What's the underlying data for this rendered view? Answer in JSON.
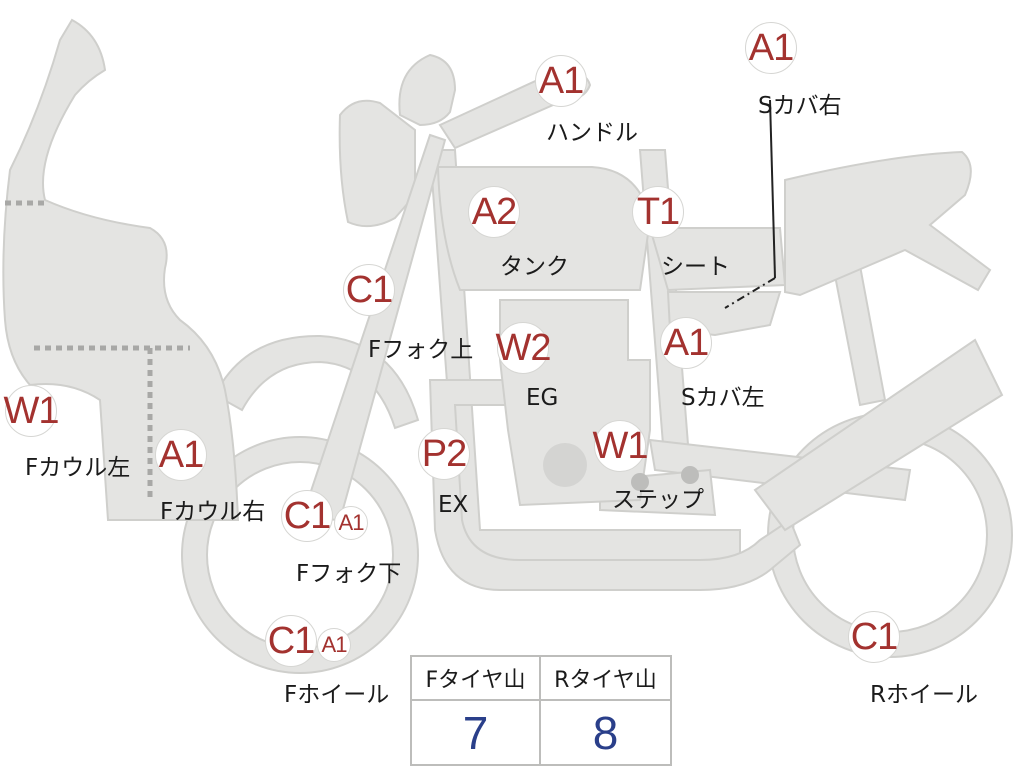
{
  "parts": [
    {
      "id": "handle",
      "code": "A1",
      "label": "ハンドル"
    },
    {
      "id": "side-cover-right",
      "code": "A1",
      "label": "Sカバ右"
    },
    {
      "id": "tank",
      "code": "A2",
      "label": "タンク"
    },
    {
      "id": "seat",
      "code": "T1",
      "label": "シート"
    },
    {
      "id": "fork-upper",
      "code": "C1",
      "label": "Fフォク上"
    },
    {
      "id": "engine",
      "code": "W2",
      "label": "EG"
    },
    {
      "id": "side-cover-left",
      "code": "A1",
      "label": "Sカバ左"
    },
    {
      "id": "cowl-left",
      "code": "W1",
      "label": "Fカウル左"
    },
    {
      "id": "cowl-right",
      "code": "A1",
      "label": "Fカウル右"
    },
    {
      "id": "exhaust",
      "code": "P2",
      "label": "EX"
    },
    {
      "id": "step",
      "code": "W1",
      "label": "ステップ"
    },
    {
      "id": "fork-lower",
      "code": "C1",
      "code2": "A1",
      "label": "Fフォク下"
    },
    {
      "id": "front-wheel",
      "code": "C1",
      "code2": "A1",
      "label": "Fホイール"
    },
    {
      "id": "rear-wheel",
      "code": "C1",
      "label": "Rホイール"
    }
  ],
  "tire_table": {
    "front_header": "Fタイヤ山",
    "rear_header": "Rタイヤ山",
    "front_value": "7",
    "rear_value": "8"
  },
  "colors": {
    "code": "#a3322f",
    "value": "#2a3f8a",
    "body": "#e4e4e2"
  }
}
